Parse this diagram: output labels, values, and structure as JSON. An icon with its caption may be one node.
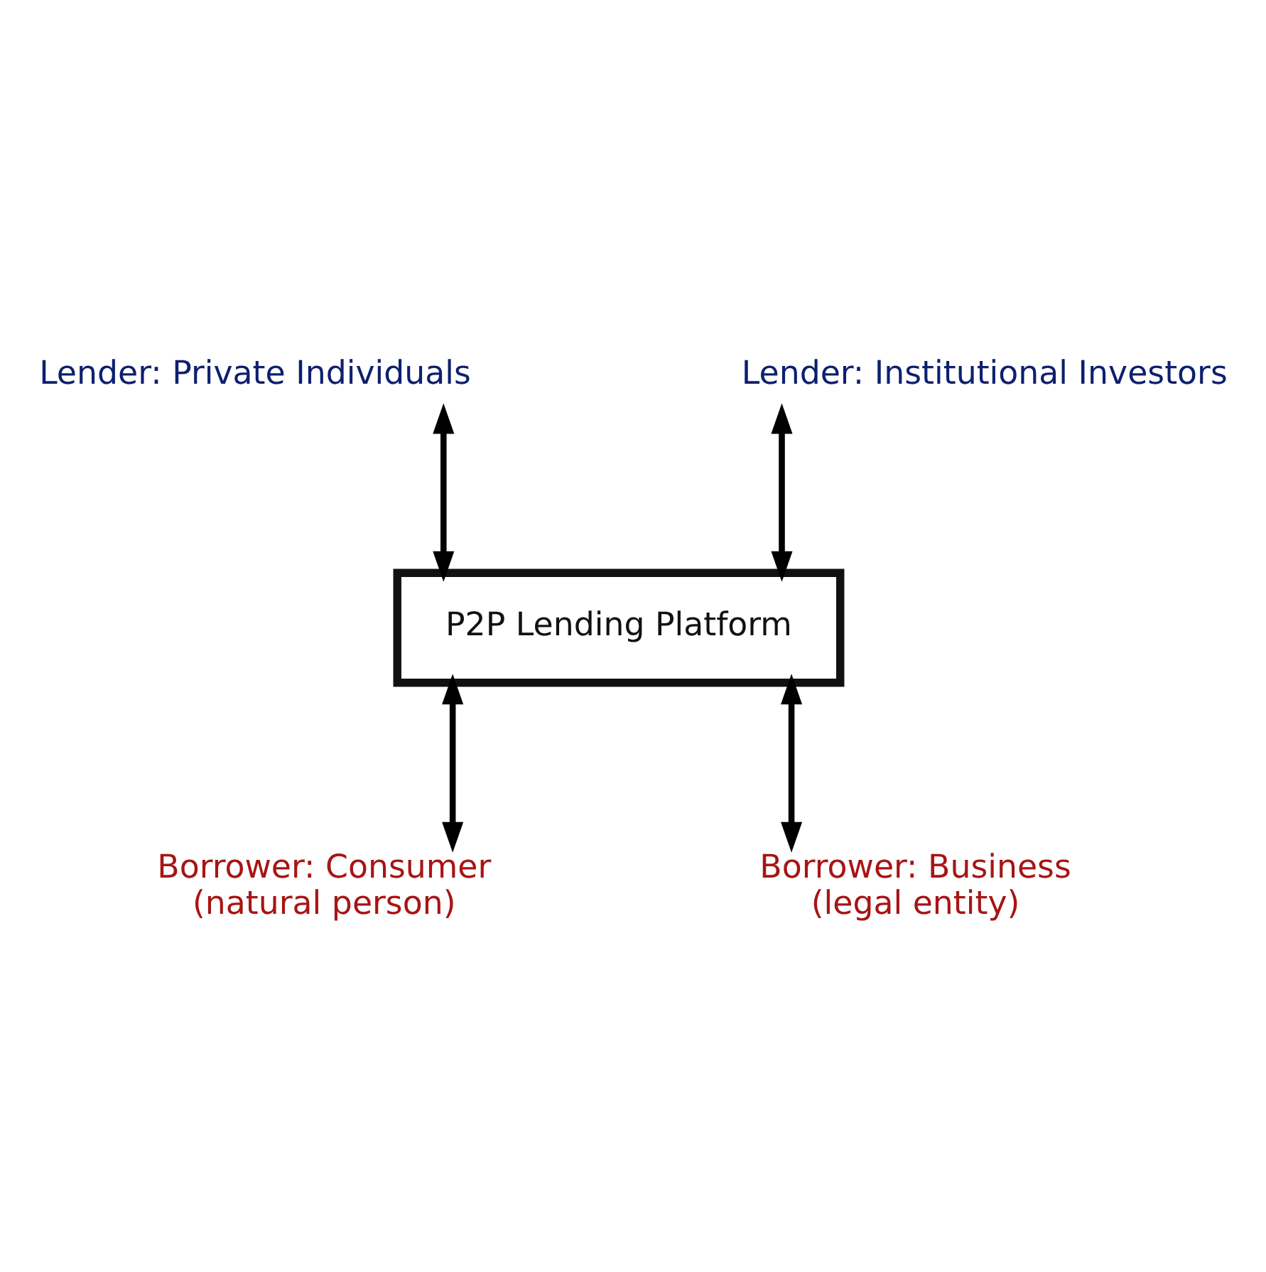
{
  "diagram": {
    "nodes": [
      {
        "text": [
          "Lender: Private Individuals"
        ]
      },
      {
        "text": [
          "Lender: Institutional Investors"
        ]
      },
      {
        "text": [
          "P2P Lending Platform"
        ]
      },
      {
        "text": [
          "Borrower: Consumer",
          "(natural person)"
        ]
      },
      {
        "text": [
          "Borrower: Business",
          "(legal entity)"
        ]
      }
    ],
    "edges": [
      {
        "from": 0,
        "to": 2,
        "arrow": "both"
      },
      {
        "from": 1,
        "to": 2,
        "arrow": "both"
      },
      {
        "from": 2,
        "to": 3,
        "arrow": "both"
      },
      {
        "from": 2,
        "to": 4,
        "arrow": "both"
      }
    ]
  }
}
